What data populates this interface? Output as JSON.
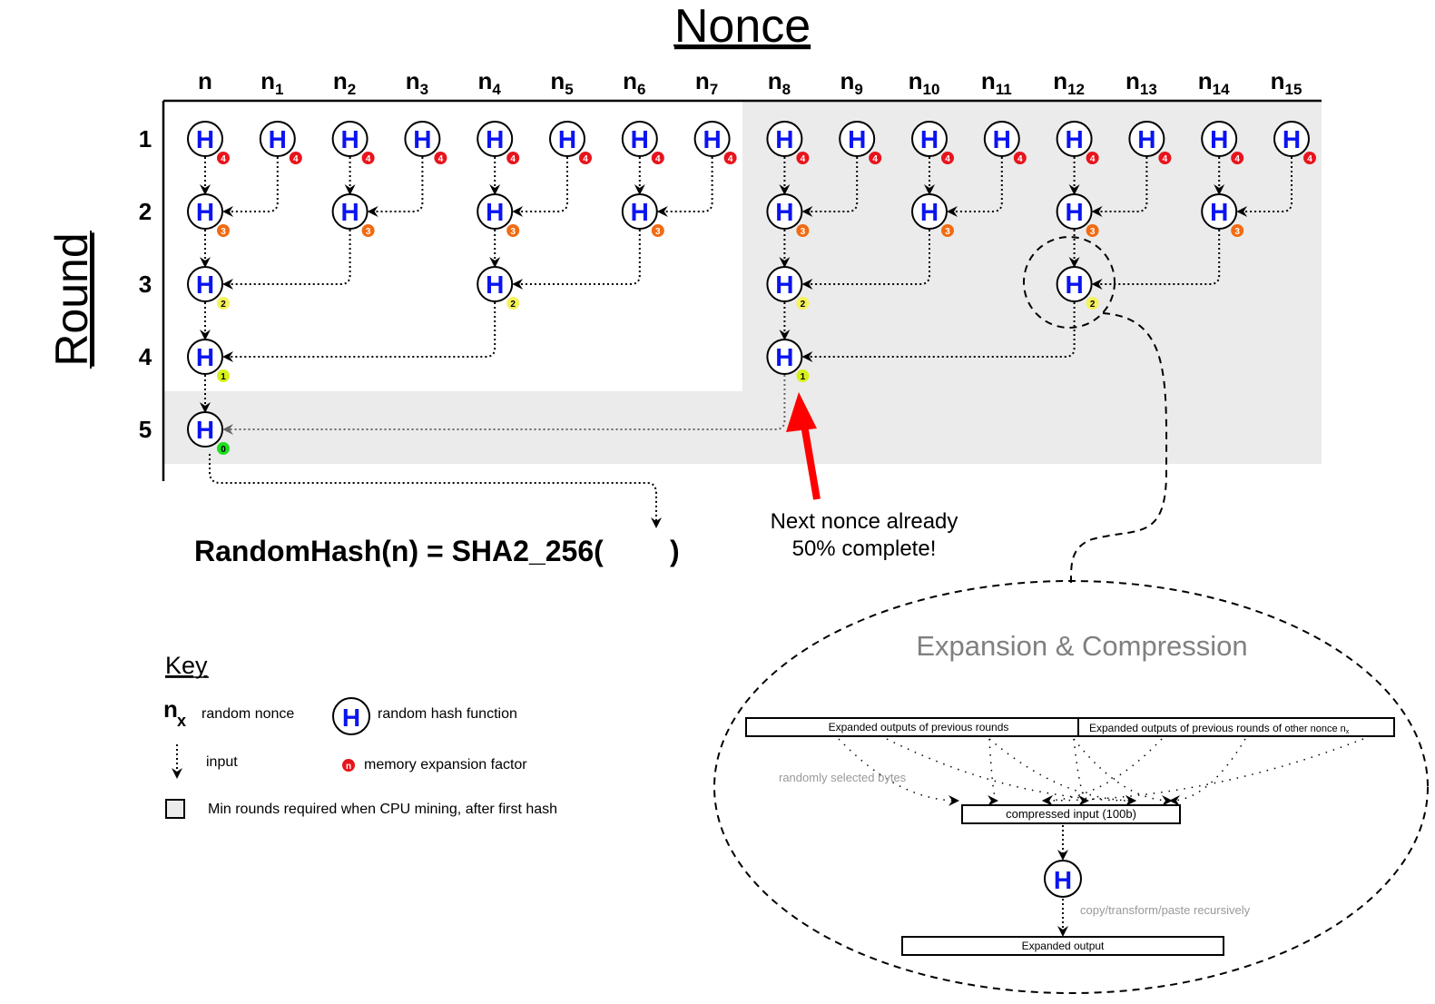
{
  "title": "Nonce",
  "y_axis_label": "Round",
  "columns": [
    {
      "base": "n",
      "sub": ""
    },
    {
      "base": "n",
      "sub": "1"
    },
    {
      "base": "n",
      "sub": "2"
    },
    {
      "base": "n",
      "sub": "3"
    },
    {
      "base": "n",
      "sub": "4"
    },
    {
      "base": "n",
      "sub": "5"
    },
    {
      "base": "n",
      "sub": "6"
    },
    {
      "base": "n",
      "sub": "7"
    },
    {
      "base": "n",
      "sub": "8"
    },
    {
      "base": "n",
      "sub": "9"
    },
    {
      "base": "n",
      "sub": "10"
    },
    {
      "base": "n",
      "sub": "11"
    },
    {
      "base": "n",
      "sub": "12"
    },
    {
      "base": "n",
      "sub": "13"
    },
    {
      "base": "n",
      "sub": "14"
    },
    {
      "base": "n",
      "sub": "15"
    }
  ],
  "rows": [
    "1",
    "2",
    "3",
    "4",
    "5"
  ],
  "hash_letter": "H",
  "badge_colors": {
    "4": "#e8141c",
    "3": "#f26b12",
    "2": "#f5f25a",
    "1": "#d8f01a",
    "0": "#1ee01e"
  },
  "badge_text_colors": {
    "4": "#ffffff",
    "3": "#ffffff",
    "2": "#000000",
    "1": "#000000",
    "0": "#000000"
  },
  "nodes": [
    {
      "col": 0,
      "row": 1,
      "badge": "4"
    },
    {
      "col": 1,
      "row": 1,
      "badge": "4"
    },
    {
      "col": 2,
      "row": 1,
      "badge": "4"
    },
    {
      "col": 3,
      "row": 1,
      "badge": "4"
    },
    {
      "col": 4,
      "row": 1,
      "badge": "4"
    },
    {
      "col": 5,
      "row": 1,
      "badge": "4"
    },
    {
      "col": 6,
      "row": 1,
      "badge": "4"
    },
    {
      "col": 7,
      "row": 1,
      "badge": "4"
    },
    {
      "col": 8,
      "row": 1,
      "badge": "4"
    },
    {
      "col": 9,
      "row": 1,
      "badge": "4"
    },
    {
      "col": 10,
      "row": 1,
      "badge": "4"
    },
    {
      "col": 11,
      "row": 1,
      "badge": "4"
    },
    {
      "col": 12,
      "row": 1,
      "badge": "4"
    },
    {
      "col": 13,
      "row": 1,
      "badge": "4"
    },
    {
      "col": 14,
      "row": 1,
      "badge": "4"
    },
    {
      "col": 15,
      "row": 1,
      "badge": "4"
    },
    {
      "col": 0,
      "row": 2,
      "badge": "3"
    },
    {
      "col": 2,
      "row": 2,
      "badge": "3"
    },
    {
      "col": 4,
      "row": 2,
      "badge": "3"
    },
    {
      "col": 6,
      "row": 2,
      "badge": "3"
    },
    {
      "col": 8,
      "row": 2,
      "badge": "3"
    },
    {
      "col": 10,
      "row": 2,
      "badge": "3"
    },
    {
      "col": 12,
      "row": 2,
      "badge": "3"
    },
    {
      "col": 14,
      "row": 2,
      "badge": "3"
    },
    {
      "col": 0,
      "row": 3,
      "badge": "2"
    },
    {
      "col": 4,
      "row": 3,
      "badge": "2"
    },
    {
      "col": 8,
      "row": 3,
      "badge": "2"
    },
    {
      "col": 12,
      "row": 3,
      "badge": "2"
    },
    {
      "col": 0,
      "row": 4,
      "badge": "1"
    },
    {
      "col": 8,
      "row": 4,
      "badge": "1"
    },
    {
      "col": 0,
      "row": 5,
      "badge": "0"
    }
  ],
  "formula": {
    "text": "RandomHash(n) = SHA2_256(",
    "close": ")"
  },
  "callout": {
    "line1": "Next nonce already",
    "line2": "50% complete!",
    "arrow_color": "#ff0000"
  },
  "key": {
    "title": "Key",
    "nonce_symbol": "n",
    "nonce_sub": "x",
    "nonce_label": "random nonce",
    "hash_label": "random hash function",
    "input_label": "input",
    "badge_symbol": "n",
    "badge_label": "memory expansion factor",
    "shade_label": "Min rounds required when CPU mining, after first hash"
  },
  "expansion": {
    "title": "Expansion & Compression",
    "prev_rounds": "Expanded outputs of previous rounds",
    "other_nonce": "Expanded outputs of previous rounds of",
    "other_nonce_tail": "other nonce n",
    "other_nonce_sub": "x",
    "random_bytes": "randomly selected bytes",
    "compressed": "compressed input (100b)",
    "copy_note": "copy/transform/paste recursively",
    "expanded": "Expanded output"
  },
  "colors": {
    "shade": "#ebebeb",
    "hash_blue": "#0a14f0",
    "gray_text": "#808080"
  }
}
